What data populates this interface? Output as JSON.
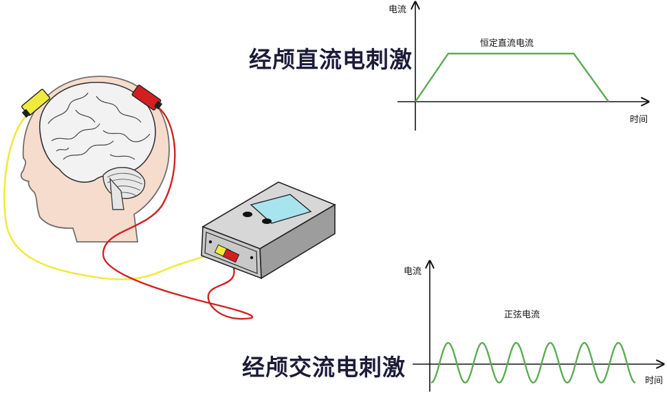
{
  "headings": {
    "tdcs": "经颅直流电刺激",
    "tacs": "经颅交流电刺激"
  },
  "colors": {
    "waveform": "#5aab52",
    "head_skin": "#f6dccd",
    "brain": "#f2f2f2",
    "yellow_wire": "#f0ea3c",
    "red_wire": "#d31f1f",
    "device_body": "#c9c9c9",
    "device_screen": "#a8e4ee",
    "heading_text": "#1c1c3a"
  },
  "icons": [
    "head-icon",
    "brain-icon",
    "yellow-electrode-icon",
    "red-electrode-icon",
    "stimulator-device-icon"
  ],
  "chart_data": [
    {
      "type": "line",
      "series_label": "恒定直流电流",
      "ylabel": "电流",
      "xlabel": "时间",
      "grid": false,
      "series": [
        {
          "x": [
            0,
            0.17,
            0.82,
            1.0
          ],
          "y": [
            0,
            1,
            1,
            0
          ]
        }
      ]
    },
    {
      "type": "line",
      "series_label": "正弦电流",
      "ylabel": "电流",
      "xlabel": "时间",
      "grid": false,
      "cycles": 6,
      "series": [
        {
          "y_range": [
            -1,
            1
          ]
        }
      ]
    }
  ]
}
